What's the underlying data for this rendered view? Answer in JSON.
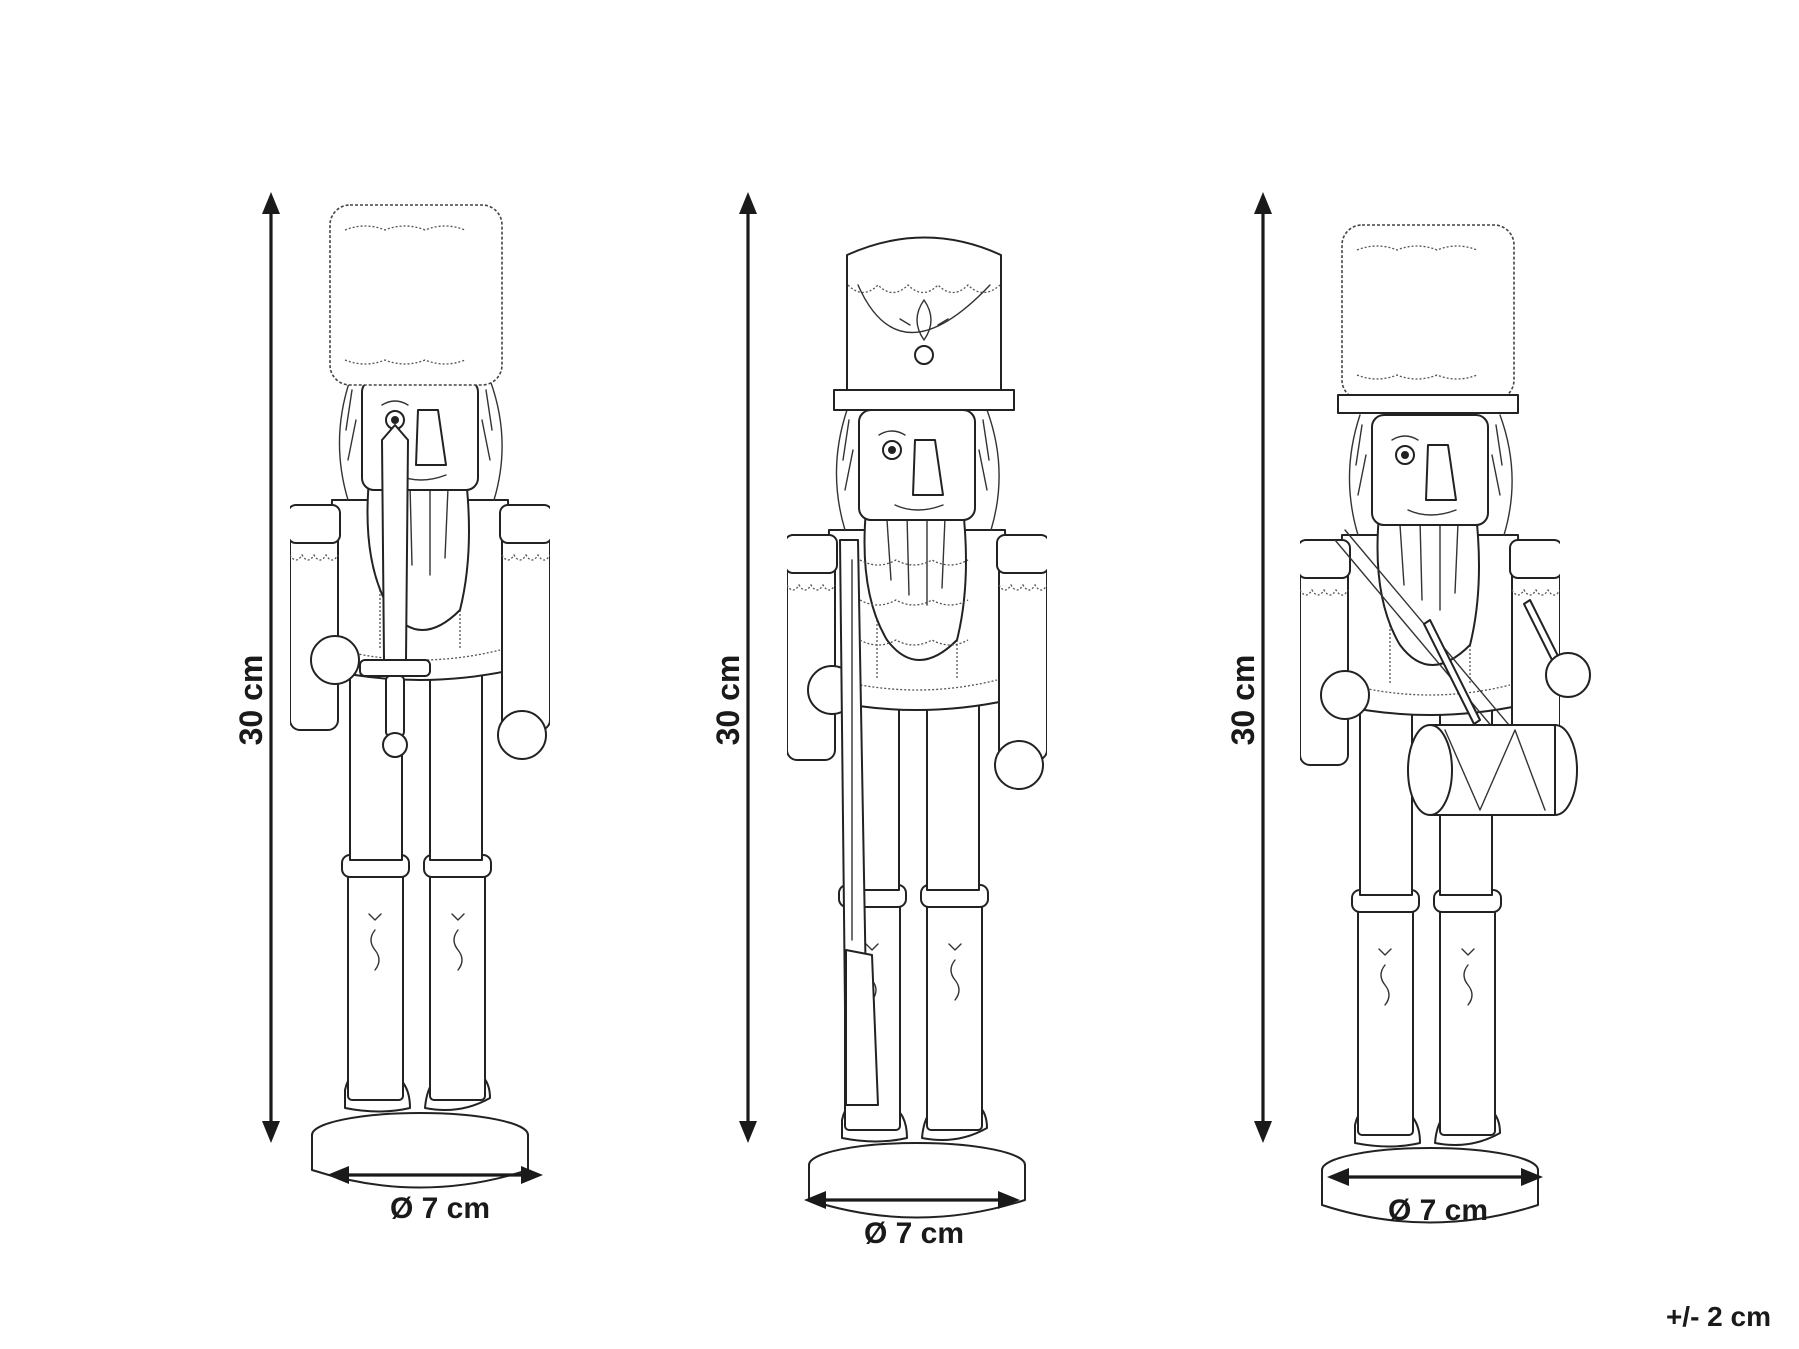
{
  "figures": [
    {
      "id": "guard-sword",
      "height_label": "30 cm",
      "diameter_label": "Ø 7 cm"
    },
    {
      "id": "soldier-rifle",
      "height_label": "30 cm",
      "diameter_label": "Ø 7 cm"
    },
    {
      "id": "drummer",
      "height_label": "30 cm",
      "diameter_label": "Ø 7 cm"
    }
  ],
  "tolerance": "+/- 2 cm"
}
